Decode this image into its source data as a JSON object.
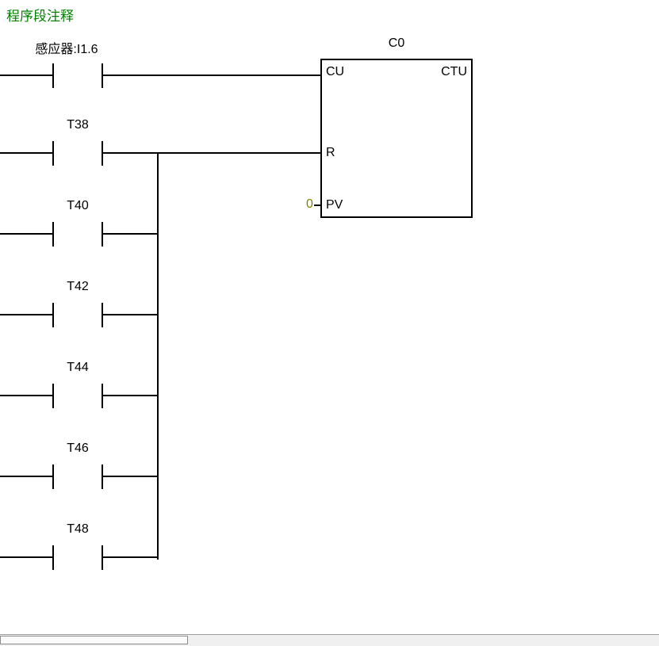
{
  "page": {
    "network_comment": "程序段注释"
  },
  "colors": {
    "comment_green": "#008000",
    "wire_black": "#000000",
    "pv_value_olive": "#808000",
    "background": "#ffffff"
  },
  "ladder": {
    "counter_block": {
      "name": "C0",
      "type_label": "CTU",
      "cu_label": "CU",
      "r_label": "R",
      "pv_label": "PV",
      "pv_value": "0"
    },
    "contacts": [
      {
        "label": "感应器:I1.6"
      },
      {
        "label": "T38"
      },
      {
        "label": "T40"
      },
      {
        "label": "T42"
      },
      {
        "label": "T44"
      },
      {
        "label": "T46"
      },
      {
        "label": "T48"
      }
    ]
  }
}
